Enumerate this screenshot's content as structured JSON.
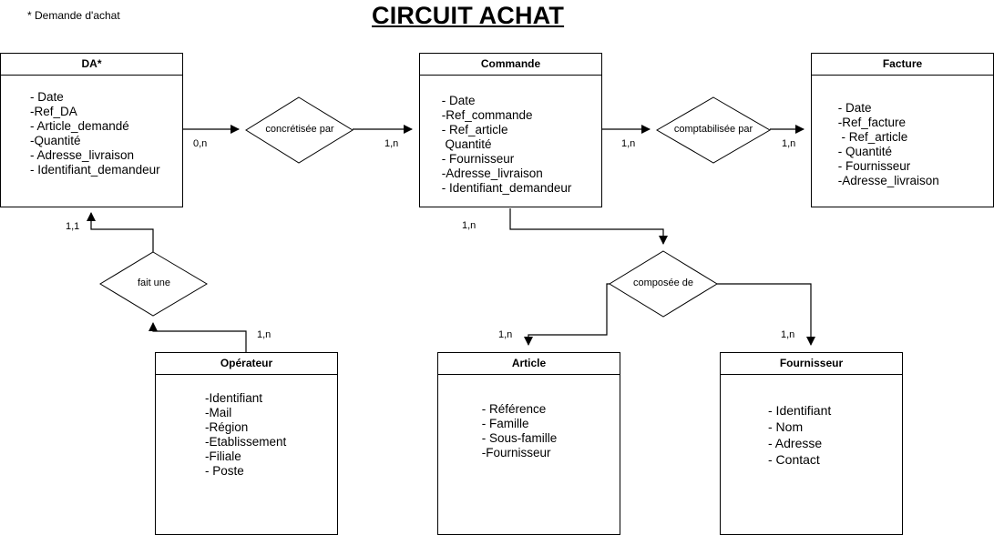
{
  "note": "* Demande d'achat",
  "title": "CIRCUIT ACHAT",
  "entities": {
    "da": {
      "name": "DA*",
      "attributes": [
        "- Date",
        "-Ref_DA",
        "- Article_demandé",
        "-Quantité",
        "- Adresse_livraison",
        "- Identifiant_demandeur"
      ]
    },
    "commande": {
      "name": "Commande",
      "attributes": [
        " - Date",
        " -Ref_commande",
        " - Ref_article",
        "  Quantité",
        " - Fournisseur",
        " -Adresse_livraison",
        " - Identifiant_demandeur"
      ]
    },
    "facture": {
      "name": "Facture",
      "attributes": [
        " - Date",
        " -Ref_facture",
        "  - Ref_article",
        " - Quantité",
        " - Fournisseur",
        " -Adresse_livraison"
      ]
    },
    "operateur": {
      "name": "Opérateur",
      "attributes": [
        "-Identifiant",
        "-Mail",
        "-Région",
        "-Etablissement",
        "-Filiale",
        "- Poste"
      ]
    },
    "article": {
      "name": "Article",
      "attributes": [
        " - Référence",
        " - Famille",
        " - Sous-famille",
        " -Fournisseur"
      ]
    },
    "fournisseur": {
      "name": "Fournisseur",
      "attributes": [
        "- Identifiant",
        "- Nom",
        "- Adresse",
        "- Contact"
      ]
    }
  },
  "relationships": {
    "concretisee": "concrétisée par",
    "comptabilisee": "comptabilisée par",
    "fait_une": "fait une",
    "composee": "composée de"
  },
  "cardinalities": {
    "da_concretisee": "0,n",
    "commande_concretisee": "1,n",
    "commande_comptabilisee": "1,n",
    "facture_comptabilisee": "1,n",
    "da_fait_une": "1,1",
    "operateur_fait_une": "1,n",
    "commande_composee": "1,n",
    "article_composee": "1,n",
    "fournisseur_composee": "1,n"
  }
}
